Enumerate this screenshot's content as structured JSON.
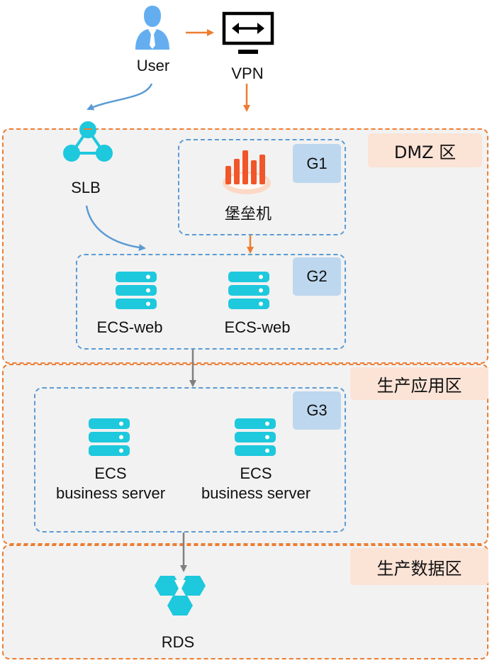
{
  "nodes": {
    "user": "User",
    "vpn": "VPN",
    "slb": "SLB",
    "bastion": "堡垒机",
    "ecs_web_1": "ECS-web",
    "ecs_web_2": "ECS-web",
    "ecs_biz_1": [
      "ECS",
      "business server"
    ],
    "ecs_biz_2": [
      "ECS",
      "business server"
    ],
    "rds": "RDS"
  },
  "zones": {
    "dmz": "DMZ 区",
    "app": "生产应用区",
    "data": "生产数据区"
  },
  "groups": {
    "g1": "G1",
    "g2": "G2",
    "g3": "G3"
  },
  "colors": {
    "zone_border": "#ed7d31",
    "zone_fill": "#f2f2f2",
    "zone_tag": "#fbe3d6",
    "group_border": "#5b9bd5",
    "group_tag": "#bdd7ee",
    "server_icon": "#1ec8dd",
    "user_icon": "#64aef0",
    "arrow_orange": "#ed7d31",
    "arrow_blue": "#5b9bd5",
    "arrow_gray": "#808080"
  }
}
